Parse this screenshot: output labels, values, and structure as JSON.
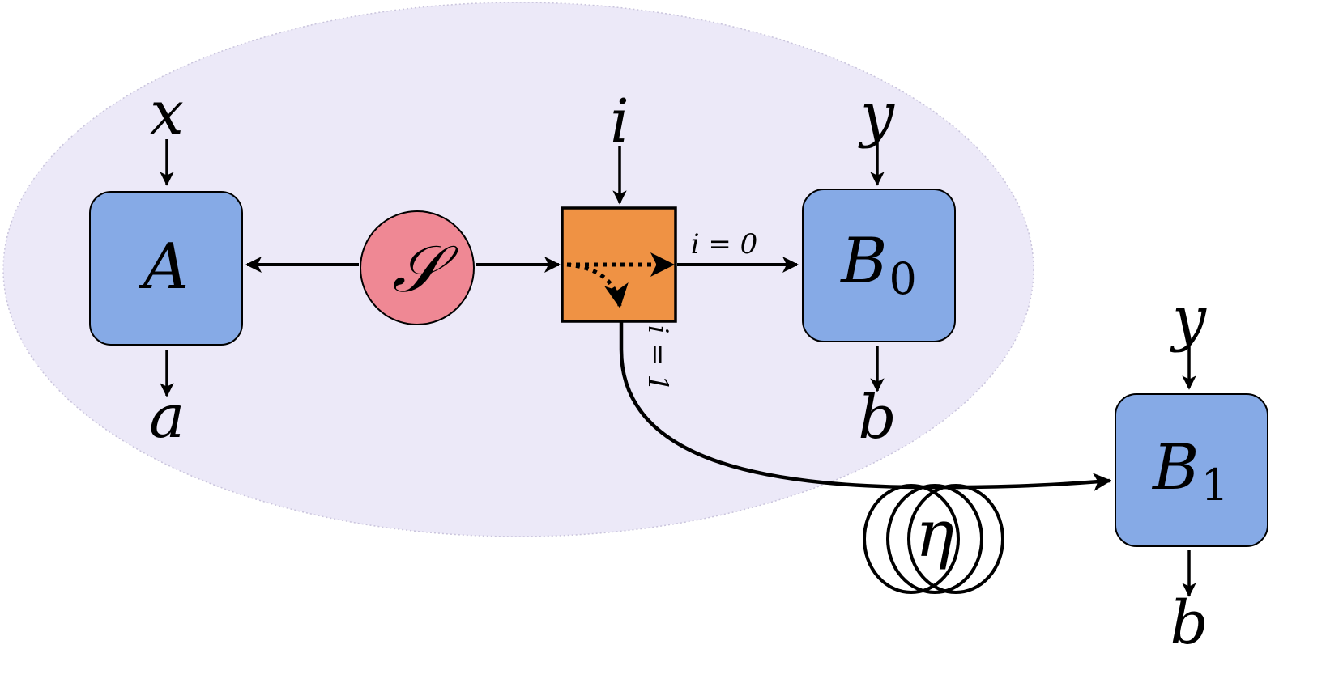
{
  "labels": {
    "x_input": "x",
    "a_output": "a",
    "i_input": "i",
    "y_input_b0": "y",
    "b_output_b0": "b",
    "y_input_b1": "y",
    "b_output_b1": "b",
    "box_a": "A",
    "box_b0_main": "B",
    "box_b0_sub": "0",
    "box_b1_main": "B",
    "box_b1_sub": "1",
    "source": "𝒮",
    "channel_noise": "η",
    "path_i0": "i = 0",
    "path_i1": "i = 1"
  },
  "colors": {
    "region_fill": "#ece9f8",
    "region_stroke": "#c9c4dc",
    "box_fill": "#86aae6",
    "source_fill": "#ef8894",
    "switch_fill": "#ef9244",
    "line": "#000000"
  }
}
